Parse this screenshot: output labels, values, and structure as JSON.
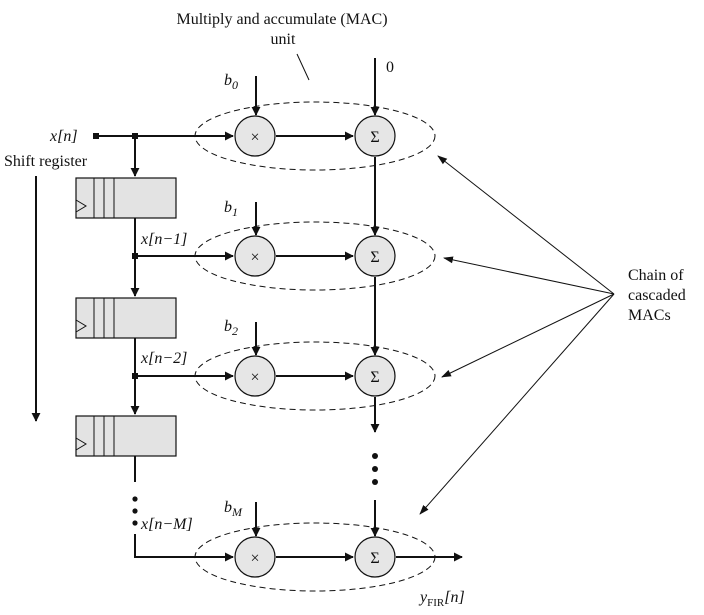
{
  "title_line1": "Multiply and accumulate (MAC)",
  "title_line2": "unit",
  "input_label": "x[n]",
  "shift_register_label": "Shift register",
  "zero_label": "0",
  "coefficients": [
    {
      "base": "b",
      "sub": "0"
    },
    {
      "base": "b",
      "sub": "1"
    },
    {
      "base": "b",
      "sub": "2"
    },
    {
      "base": "b",
      "sub": "M"
    }
  ],
  "tap_labels": [
    "x[n−1]",
    "x[n−2]",
    "x[n−M]"
  ],
  "multiply_symbol": "×",
  "sum_symbol": "Σ",
  "chain_label": [
    "Chain of",
    "cascaded",
    "MACs"
  ],
  "output": {
    "base": "y",
    "sub": "FIR",
    "suffix": "[n]"
  }
}
